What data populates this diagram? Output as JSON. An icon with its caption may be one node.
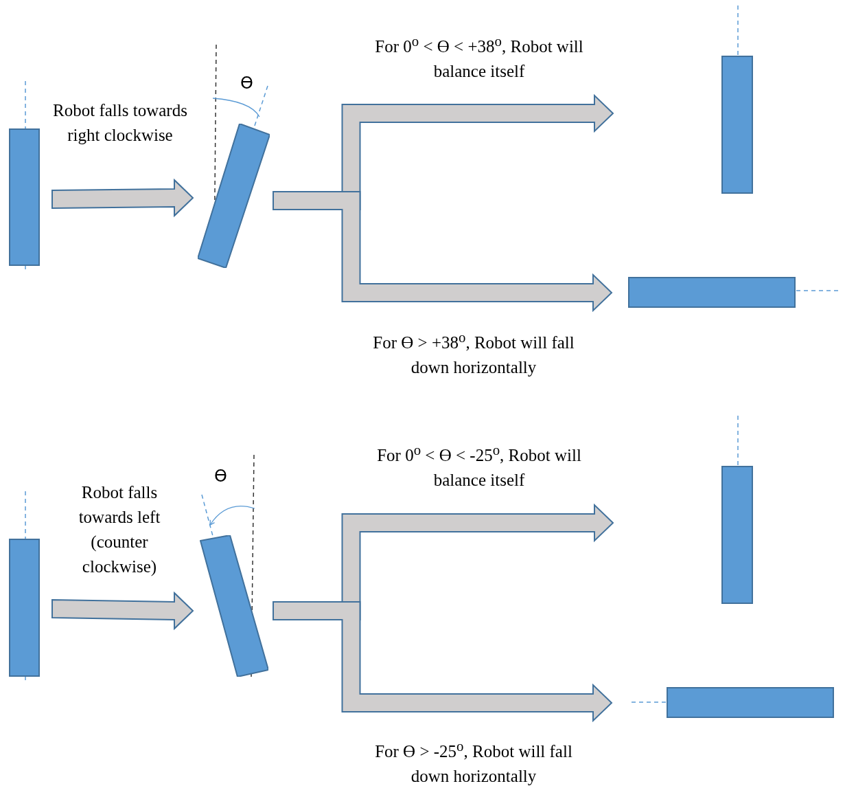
{
  "diagram": {
    "nodes": [
      {
        "text": [],
        "shape": "bar"
      },
      {
        "text": [],
        "shape": "bar"
      },
      {
        "text": [],
        "shape": "bar"
      },
      {
        "text": [],
        "shape": "bar"
      },
      {
        "text": [],
        "shape": "bar"
      },
      {
        "text": [],
        "shape": "bar"
      },
      {
        "text": [],
        "shape": "bar"
      },
      {
        "text": [],
        "shape": "bar"
      }
    ],
    "edges": [
      {
        "from": 0,
        "to": 1,
        "arrow": "to",
        "label": "Robot falls towards right clockwise"
      },
      {
        "from": 1,
        "to": 2,
        "arrow": "to",
        "label": "For 0$^{o}$ < ϴ < +38$^{o}$, Robot will balance itself"
      },
      {
        "from": 1,
        "to": 3,
        "arrow": "to",
        "label": "For ϴ > +38$^{o}$, Robot will fall down horizontally"
      },
      {
        "from": 4,
        "to": 5,
        "arrow": "to",
        "label": "Robot falls towards left (counter clockwise)"
      },
      {
        "from": 5,
        "to": 6,
        "arrow": "to",
        "label": "For 0$^{o}$ < ϴ < -25$^{o}$, Robot will balance itself"
      },
      {
        "from": 5,
        "to": 7,
        "arrow": "to",
        "label": "For ϴ > -25$^{o}$, Robot will fall down horizontally"
      }
    ],
    "labels": [
      "ϴ",
      "ϴ"
    ]
  }
}
